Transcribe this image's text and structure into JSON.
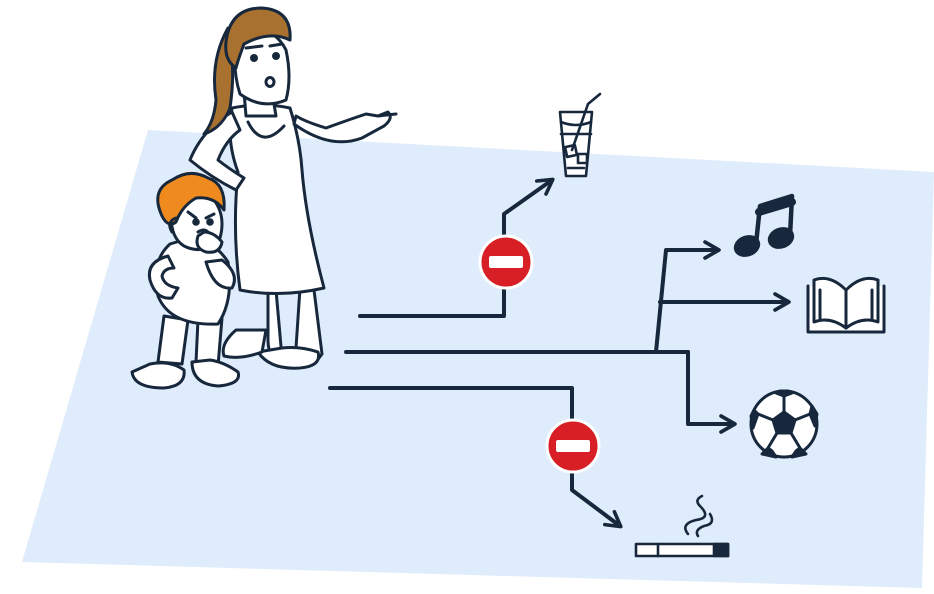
{
  "illustration": {
    "colors": {
      "background": "#ffffff",
      "ground": "#dfecfb",
      "ink": "#17283d",
      "no_entry_red": "#d81f26",
      "child_hair": "#ef8a1e",
      "mother_hair": "#a8712f",
      "skin_and_dress": "#ffffff"
    },
    "figures": [
      {
        "name": "mother",
        "pose": "pointing"
      },
      {
        "name": "child",
        "pose": "hand-on-chin"
      }
    ],
    "paths": [
      {
        "name": "path-to-drink",
        "destination": "drink-glass-icon",
        "blocked": true,
        "block_icon": "no-entry-icon"
      },
      {
        "name": "path-to-music",
        "destination": "music-note-icon",
        "blocked": false
      },
      {
        "name": "path-to-book",
        "destination": "open-book-icon",
        "blocked": false
      },
      {
        "name": "path-to-football",
        "destination": "football-icon",
        "blocked": false
      },
      {
        "name": "path-to-cigarette",
        "destination": "cigarette-icon",
        "blocked": true,
        "block_icon": "no-entry-icon"
      }
    ],
    "icons": [
      "drink-glass-icon",
      "music-note-icon",
      "open-book-icon",
      "football-icon",
      "cigarette-icon",
      "no-entry-icon"
    ]
  }
}
